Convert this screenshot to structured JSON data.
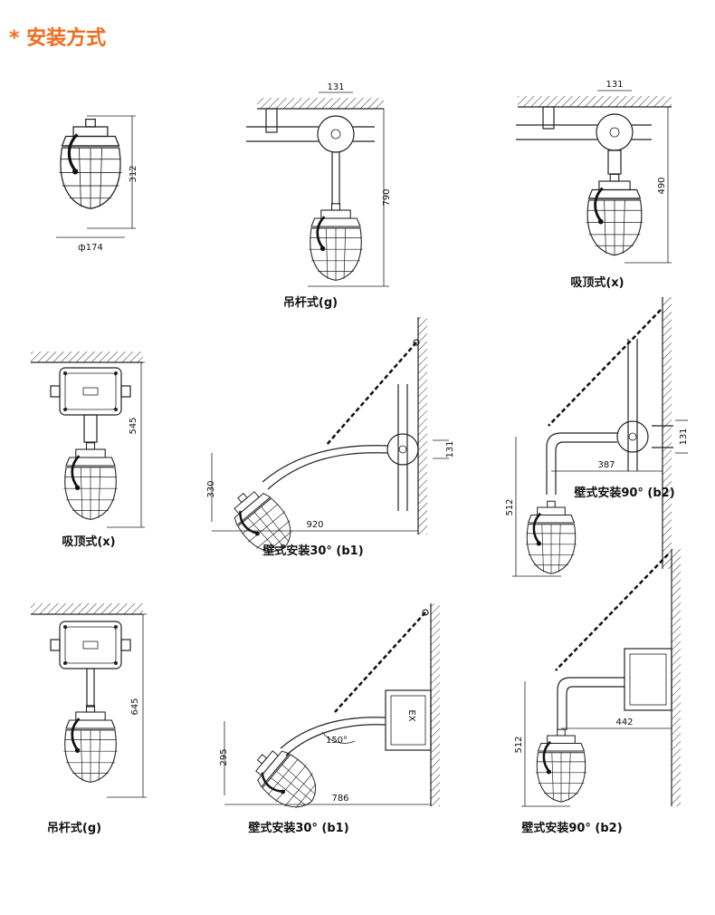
{
  "header": {
    "title": "* 安装方式"
  },
  "colors": {
    "title": "#f26a1b",
    "line": "#222222"
  },
  "panels": [
    {
      "id": "p1",
      "caption": "",
      "dims": [
        "312",
        "ф174"
      ]
    },
    {
      "id": "p2",
      "caption": "吊杆式(g)",
      "dims": [
        "131",
        "790"
      ]
    },
    {
      "id": "p3",
      "caption": "吸顶式(x)",
      "dims": [
        "131",
        "490"
      ]
    },
    {
      "id": "p4",
      "caption": "吸顶式(x)",
      "dims": [
        "545"
      ]
    },
    {
      "id": "p5",
      "caption": "壁式安装30°  (b1)",
      "dims": [
        "131",
        "330",
        "920"
      ]
    },
    {
      "id": "p6",
      "caption": "壁式安装90°  (b2)",
      "dims": [
        "131",
        "387",
        "512"
      ]
    },
    {
      "id": "p7",
      "caption": "吊杆式(g)",
      "dims": [
        "645"
      ]
    },
    {
      "id": "p8",
      "caption": "壁式安装30°  (b1)",
      "dims": [
        "150°",
        "EX",
        "295",
        "786"
      ]
    },
    {
      "id": "p9",
      "caption": "壁式安装90°  (b2)",
      "dims": [
        "442",
        "512"
      ]
    }
  ]
}
